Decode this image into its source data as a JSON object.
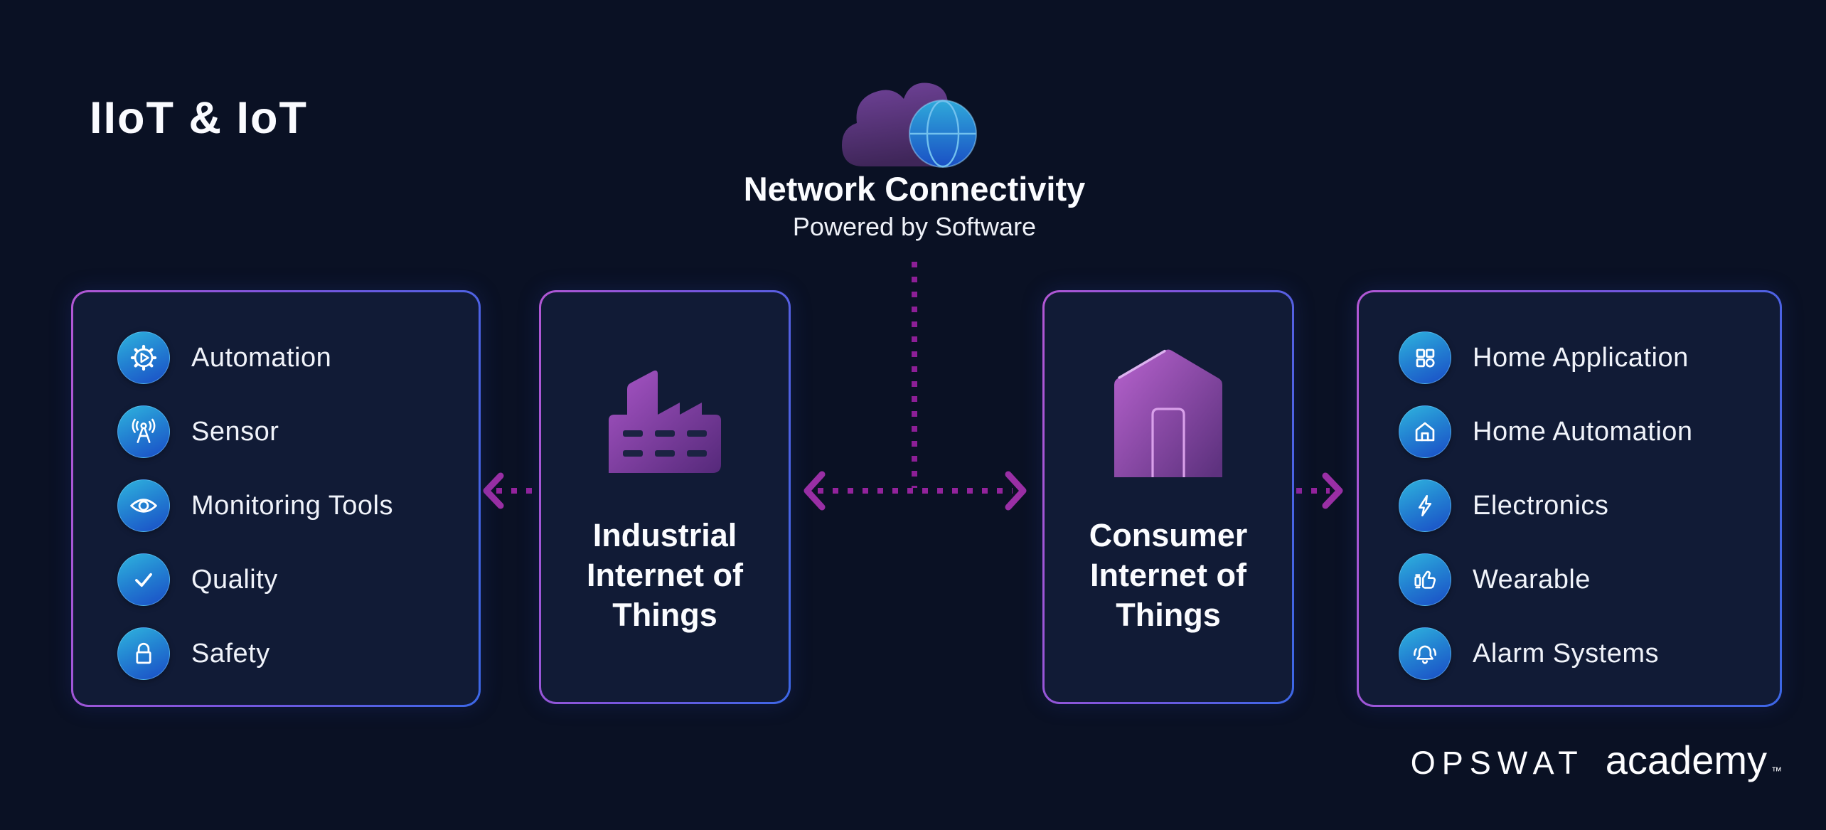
{
  "page": {
    "title": "IIoT & IoT"
  },
  "network": {
    "title": "Network Connectivity",
    "subtitle": "Powered by Software"
  },
  "left_panel": {
    "items": [
      {
        "label": "Automation",
        "icon": "gear-play-icon"
      },
      {
        "label": "Sensor",
        "icon": "antenna-icon"
      },
      {
        "label": "Monitoring Tools",
        "icon": "eye-icon"
      },
      {
        "label": "Quality",
        "icon": "check-icon"
      },
      {
        "label": "Safety",
        "icon": "lock-icon"
      }
    ]
  },
  "industrial_panel": {
    "label": "Industrial Internet of Things",
    "icon": "factory-icon"
  },
  "consumer_panel": {
    "label": "Consumer Internet of Things",
    "icon": "house-icon"
  },
  "right_panel": {
    "items": [
      {
        "label": "Home Application",
        "icon": "app-grid-icon"
      },
      {
        "label": "Home Automation",
        "icon": "smart-home-icon"
      },
      {
        "label": "Electronics",
        "icon": "lightning-bolt-icon"
      },
      {
        "label": "Wearable",
        "icon": "thumbs-up-watch-icon"
      },
      {
        "label": "Alarm Systems",
        "icon": "alarm-bell-icon"
      }
    ]
  },
  "footer": {
    "brand": "OPSWAT",
    "product": "academy",
    "trademark": "™"
  },
  "colors": {
    "background": "#0a1124",
    "panel_background": "#111b36",
    "panel_border_purple": "#b257d4",
    "panel_border_blue": "#3c67e6",
    "badge_gradient_top": "#2fb4de",
    "badge_gradient_bottom": "#1a4cc6",
    "arrow_magenta": "#93239c",
    "cloud_purple": "#6f4291",
    "globe_blue": "#1f6fd4",
    "icon_purple_light": "#b863cf",
    "icon_purple_dark": "#5c2e7c",
    "text": "#f2f4fa"
  }
}
